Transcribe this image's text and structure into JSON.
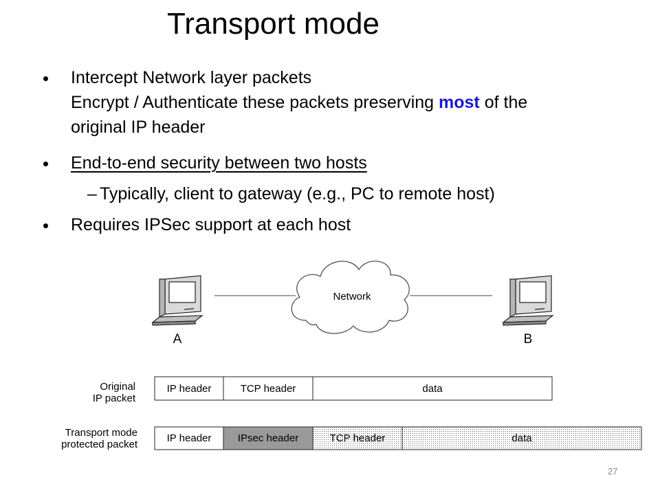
{
  "slide": {
    "title": "Transport mode",
    "page_number": "27"
  },
  "bullets": {
    "b1_line1": "Intercept Network layer packets",
    "b1_line2_pre": "Encrypt / Authenticate these packets preserving ",
    "b1_line2_emph": "most",
    "b1_line2_post": " of the",
    "b1_line3": "original IP header",
    "b2": "End-to-end security between two hosts",
    "b2_sub": "Typically, client to gateway (e.g., PC to remote host)",
    "b3": "Requires IPSec support at each host"
  },
  "diagram": {
    "network_label": "Network",
    "host_a": "A",
    "host_b": "B",
    "row1_label_l1": "Original",
    "row1_label_l2": "IP packet",
    "row1_cells": [
      "IP header",
      "TCP header",
      "data"
    ],
    "row2_label_l1": "Transport mode",
    "row2_label_l2": "protected packet",
    "row2_cells": [
      "IP header",
      "IPsec header",
      "TCP header",
      "data"
    ],
    "colors": {
      "ipsec_fill": "#9a9a9a",
      "emphasis": "#1a1acc"
    }
  }
}
